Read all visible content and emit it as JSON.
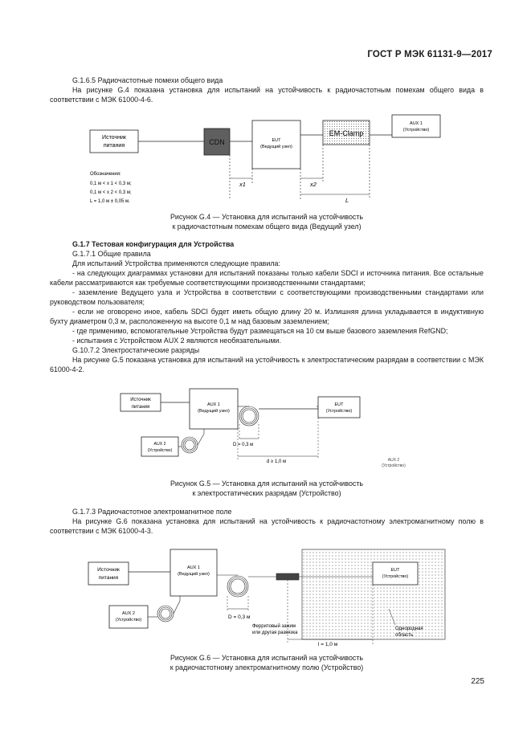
{
  "header": {
    "code": "ГОСТ Р МЭК 61131-9—2017"
  },
  "s1": {
    "title": "G.1.6.5 Радиочастотные помехи общего вида",
    "para": "На рисунке G.4 показана установка для испытаний на устойчивость к радиочастотным помехам общего вида в соответствии с МЭК 61000-4-6."
  },
  "fig4": {
    "power": [
      "Источник",
      "питания"
    ],
    "cdn": "CDN",
    "eut": [
      "EUT",
      "(Ведущий узел)"
    ],
    "clamp": "EM-Clamp",
    "aux1": [
      "AUX 1",
      "(Устройство)"
    ],
    "legend_title": "Обозначения:",
    "legend": [
      "0,1 м < x 1 < 0,3 м;",
      "0,1 м < x 2 < 0,3 м;",
      "L = 1,0 м ± 0,05 м."
    ],
    "x1": "x1",
    "x2": "x2",
    "L": "L",
    "caption1": "Рисунок G.4 — Установка для испытаний на устойчивость",
    "caption2": "к радиочастотным помехам общего вида (Ведущий узел)"
  },
  "s2": {
    "title": "G.1.7 Тестовая конфигурация для Устройства",
    "sub": "G.1.7.1 Общие правила",
    "intro": "Для испытаний Устройства применяются следующие правила:",
    "items": [
      "- на следующих диаграммах установки для испытаний показаны только кабели SDCI и источника питания. Все остальные кабели рассматриваются как требуемые соответствующими производственными стандартами;",
      "- заземление Ведущего узла и Устройства в соответствии с соответствующими производственными стандартами или руководством пользователя;",
      "- если не оговорено иное, кабель SDCI будет иметь общую длину 20 м. Излишняя длина укладывается в индуктивную бухту диаметром 0,3 м, расположенную на высоте 0,1 м над базовым заземлением;",
      "- где применимо, вспомогательные Устройства будут размещаться на 10 см выше базового заземления RefGND;",
      "- испытания с Устройством AUX 2 являются необязательными."
    ],
    "esd_title": "G.10.7.2 Электростатические разряды",
    "esd_para": "На рисунке G.5 показана установка для испытаний на устойчивость к электростатическим разрядам в соответствии с МЭК 61000-4-2."
  },
  "fig5": {
    "power": [
      "Источник",
      "питания"
    ],
    "aux1": [
      "AUX 1",
      "(Ведущий узел)"
    ],
    "eut": [
      "EUT",
      "(Устройство)"
    ],
    "aux2": [
      "AUX 2",
      "(Устройство)"
    ],
    "aux2_ghost": [
      "AUX 2",
      "(Устройство)"
    ],
    "d": "D = 0,3 м",
    "len": "d ≥ 1,0 м",
    "caption1": "Рисунок G.5 — Установка для испытаний на устойчивость",
    "caption2": "к электростатических разрядам (Устройство)"
  },
  "s3": {
    "title": "G.1.7.3 Радиочастотное электромагнитное поле",
    "para": "На рисунке G.6 показана установка для испытаний на устойчивость к радиочастотному электромагнитному полю в соответствии с МЭК 61000-4-3."
  },
  "fig6": {
    "power": [
      "Источник",
      "питания"
    ],
    "aux1": [
      "AUX 1",
      "(Ведущий узел)"
    ],
    "aux2": [
      "AUX 2",
      "(Устройство)"
    ],
    "eut": [
      "EUT",
      "(Устройство)"
    ],
    "d": "D = 0,3 м",
    "ferrite": [
      "Ферритовый зажим",
      "или другая развязка"
    ],
    "len": "l = 1,0 м",
    "field": [
      "Однородная",
      "область"
    ],
    "caption1": "Рисунок G.6 — Установка для испытаний на устойчивость",
    "caption2": "к радиочастотному электромагнитному полю (Устройство)"
  },
  "page_number": "225"
}
